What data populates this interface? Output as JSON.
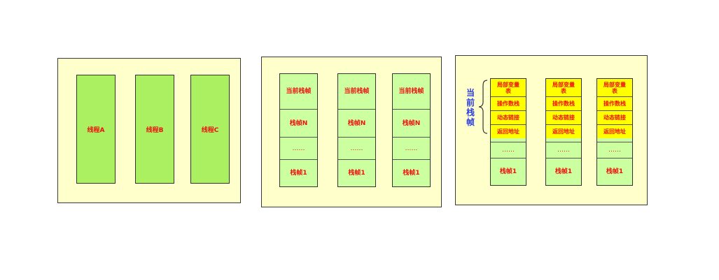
{
  "panel1": {
    "threads": [
      {
        "label": "线程A"
      },
      {
        "label": "线程B"
      },
      {
        "label": "线程C"
      }
    ]
  },
  "panel2": {
    "stacks": [
      {
        "cells": [
          "当前栈帧",
          "栈帧N",
          "……",
          "栈帧1"
        ]
      },
      {
        "cells": [
          "当前栈帧",
          "栈帧N",
          "……",
          "栈帧1"
        ]
      },
      {
        "cells": [
          "当前栈帧",
          "栈帧N",
          "……",
          "栈帧1"
        ]
      }
    ]
  },
  "panel3": {
    "side_label": "当前栈帧",
    "frame_parts": [
      "局部变量\n表",
      "操作数栈",
      "动态链接",
      "返回地址"
    ],
    "dots": "……",
    "bottom": "栈帧1"
  },
  "colors": {
    "panel_bg": "#ffffcc",
    "thread_fill": "#aaf060",
    "stack_fill": "#ccffa0",
    "frame_fill": "#ffff00",
    "text_red": "#ee1111",
    "text_blue": "#2b3de0"
  }
}
